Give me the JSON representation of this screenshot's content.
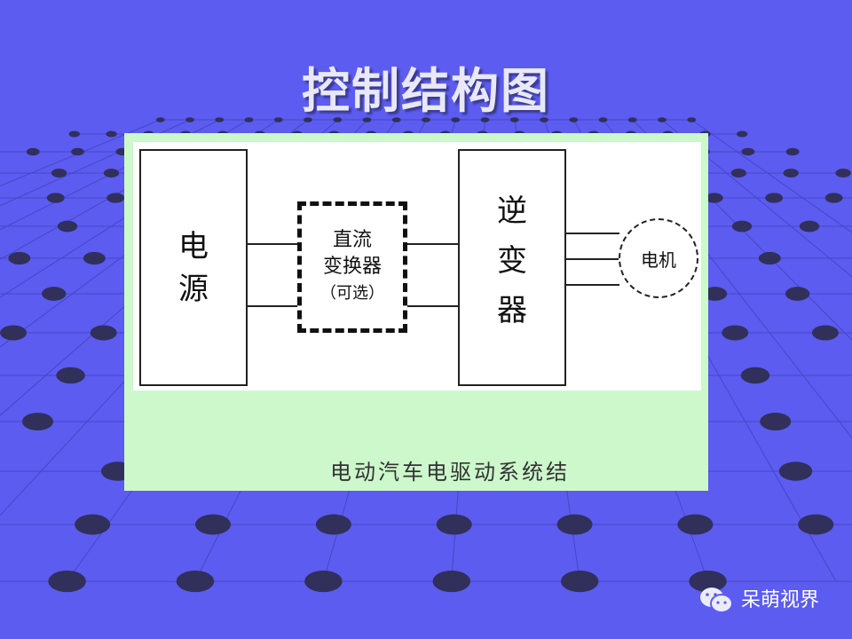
{
  "slide": {
    "title": "控制结构图",
    "diagram": {
      "power_source": "电源",
      "dc_converter": [
        "直流",
        "变换器",
        "（可选）"
      ],
      "inverter": "逆变器",
      "motor": "电机",
      "caption": "电动汽车电驱动系统结"
    },
    "watermark": "呆萌视界"
  },
  "colors": {
    "background": "#5c5cf0",
    "panel": "#ccf8cc"
  }
}
